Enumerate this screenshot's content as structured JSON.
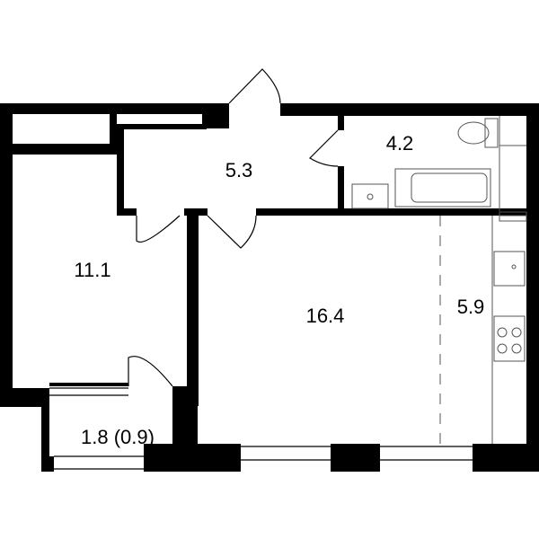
{
  "rooms": {
    "hall": "5.3",
    "bathroom": "4.2",
    "bedroom": "11.1",
    "living": "16.4",
    "kitchen": "5.9",
    "balcony": "1.8 (0.9)"
  },
  "colors": {
    "wall": "#000000",
    "background": "#ffffff",
    "fixture": "#555555"
  }
}
